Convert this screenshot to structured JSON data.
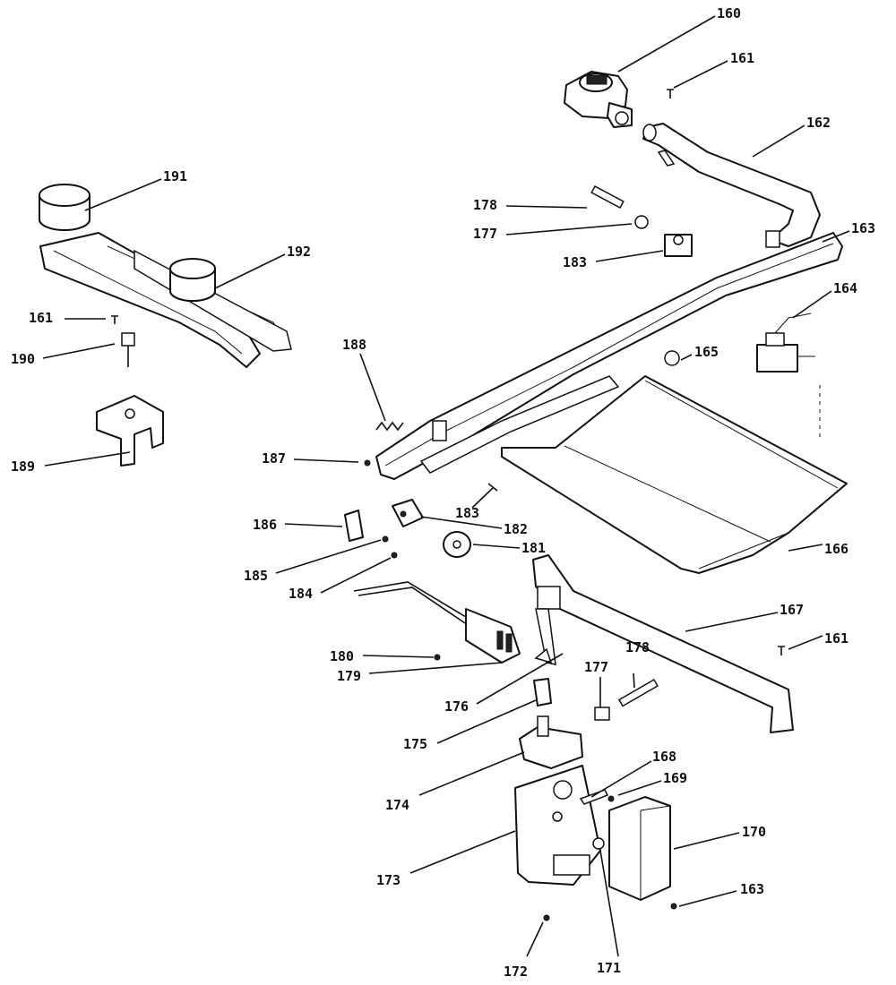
{
  "callouts": {
    "c160": "160",
    "c161_top": "161",
    "c162": "162",
    "c163_top": "163",
    "c164": "164",
    "c165": "165",
    "c166": "166",
    "c167": "167",
    "c161_right": "161",
    "c178_top": "178",
    "c177_top": "177",
    "c183_top": "183",
    "c191": "191",
    "c192": "192",
    "c161_left": "161",
    "c190": "190",
    "c189": "189",
    "c188": "188",
    "c187": "187",
    "c186": "186",
    "c183_mid": "183",
    "c182": "182",
    "c181": "181",
    "c185": "185",
    "c184": "184",
    "c180": "180",
    "c179": "179",
    "c176": "176",
    "c177_bot": "177",
    "c178_bot": "178",
    "c175": "175",
    "c174": "174",
    "c168": "168",
    "c169": "169",
    "c170": "170",
    "c173": "173",
    "c163_bot": "163",
    "c172": "172",
    "c171": "171"
  }
}
